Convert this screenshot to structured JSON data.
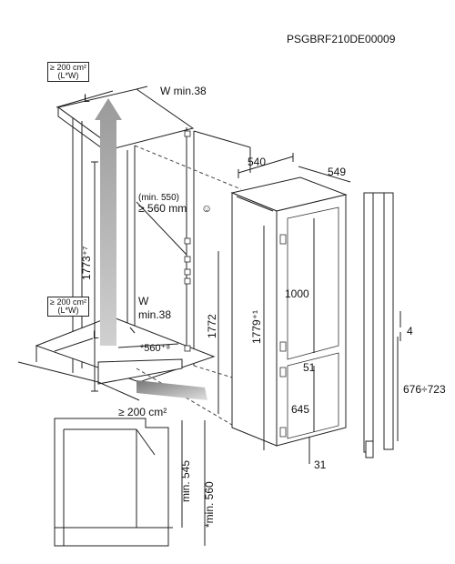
{
  "diagram": {
    "code": "PSGBRF210DE00009",
    "vent_top": {
      "line1": "≥ 200 cm²",
      "line2": "(L*W)"
    },
    "vent_bottom": {
      "line1": "≥ 200 cm²",
      "line2": "(L*W)"
    },
    "labels": {
      "L_top": "L",
      "W_top": "W min.38",
      "L_bottom": "L",
      "W_bottom_1": "W",
      "W_bottom_2": "min.38",
      "niche_height": "1773⁺⁷",
      "niche_depth_min": "(min. 550)",
      "niche_depth": "≥ 560 mm",
      "smiley": "☺",
      "depth_bottom": "*560⁺⁸",
      "plinth_vent": "≥ 200 cm²",
      "height_1772": "1772",
      "width_540": "540",
      "depth_549": "549",
      "height_1000": "1000",
      "height_1779": "1779⁺¹",
      "gap_51": "51",
      "height_645": "645",
      "gap_31": "31",
      "gap_4": "4",
      "range_676_723": "676÷723",
      "min_545": "min. 545",
      "min_560": "*min. 560"
    }
  }
}
